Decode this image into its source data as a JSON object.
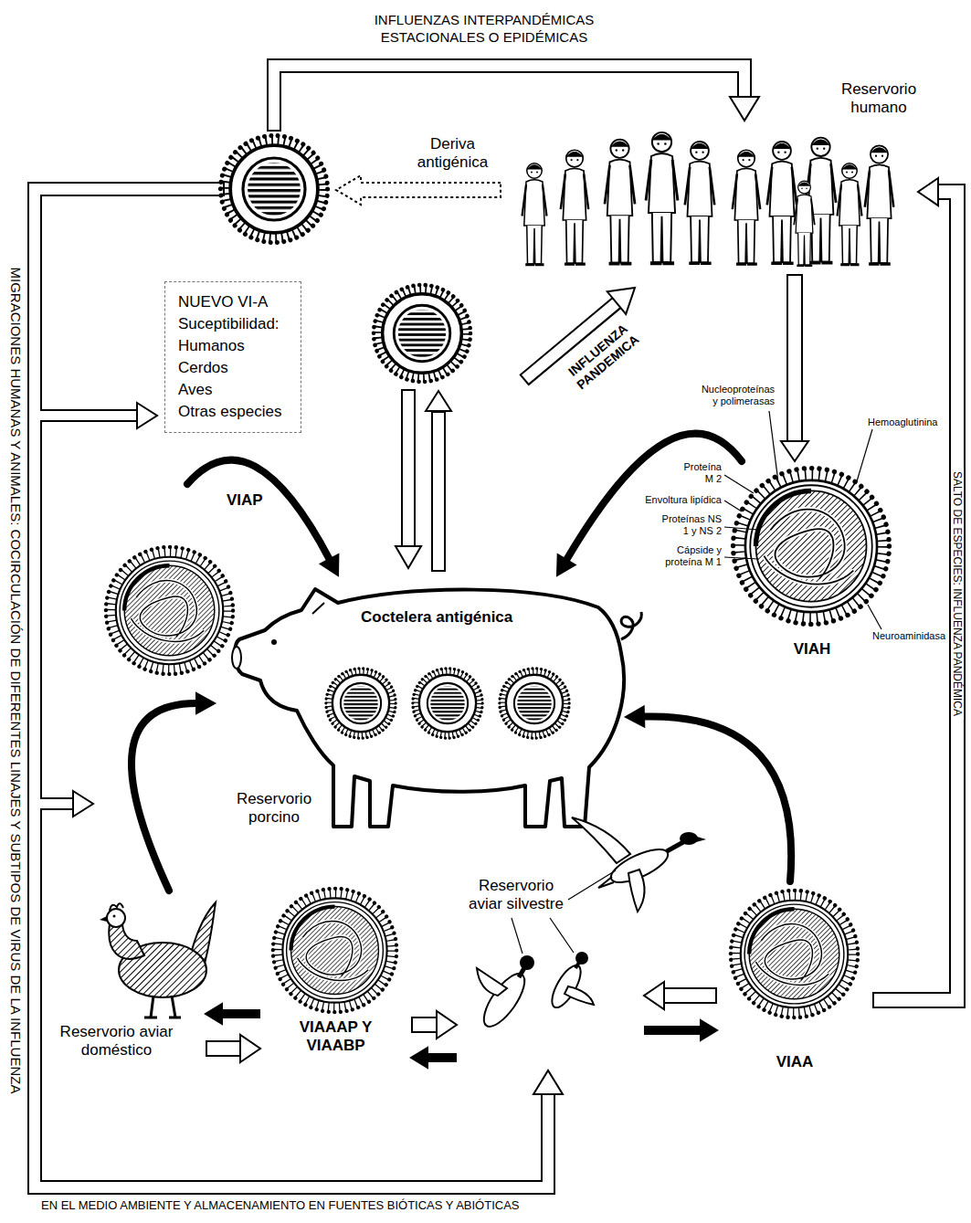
{
  "diagram": {
    "nodes": [
      {
        "text": [
          "Reservorio humano"
        ]
      },
      {
        "text": [
          "NUEVO VI-A",
          "Suceptibilidad:",
          "Humanos",
          "Cerdos",
          "Aves",
          "Otras especies"
        ]
      },
      {
        "text": [
          "VIAP"
        ]
      },
      {
        "text": [
          "VIAH"
        ]
      },
      {
        "text": [
          "Coctelera antigénica",
          "Reservorio porcino"
        ]
      },
      {
        "text": [
          "Reservorio aviar doméstico"
        ]
      },
      {
        "text": [
          "VIAAAP Y VIAABP"
        ]
      },
      {
        "text": [
          "Reservorio aviar silvestre"
        ]
      },
      {
        "text": [
          "VIAA"
        ]
      }
    ],
    "edges": [
      {
        "from": 0,
        "to": 3,
        "arrow": "to"
      },
      {
        "from": 2,
        "to": 4,
        "arrow": "to"
      },
      {
        "from": 3,
        "to": 4,
        "arrow": "to"
      },
      {
        "from": 5,
        "to": 4,
        "arrow": "to"
      },
      {
        "from": 8,
        "to": 4,
        "arrow": "to"
      },
      {
        "from": 6,
        "to": 5,
        "arrow": "to"
      },
      {
        "from": 5,
        "to": 6,
        "arrow": "to"
      },
      {
        "from": 6,
        "to": 7,
        "arrow": "to"
      },
      {
        "from": 7,
        "to": 6,
        "arrow": "to"
      },
      {
        "from": 7,
        "to": 8,
        "arrow": "to"
      },
      {
        "from": 8,
        "to": 7,
        "arrow": "to"
      },
      {
        "from": 8,
        "to": 0,
        "label": "SALTO DE ESPECIES: INFLUENZA PANDÉMICA",
        "arrow": "to"
      }
    ],
    "labels": [
      "INFLUENZAS INTERPANDÉMICAS ESTACIONALES O EPIDÉMICAS",
      "Deriva antigénica",
      "INFLUENZA PANDEMICA",
      "Nucleoproteínas y polimerasas",
      "Hemoaglutinina",
      "Proteína M 2",
      "Envoltura lipídica",
      "Proteínas NS 1 y NS 2",
      "Cápside y proteína M 1",
      "Neuroaminidasa",
      "MIGRACIONES HUMANAS Y ANIMALES: COCIRCULACIÓN DE DIFERENTES LINAJES Y SUBTIPOS DE VIRUS DE LA INFLUENZA",
      "EN EL MEDIO AMBIENTE Y ALMACENAMIENTO EN FUENTES BIÓTICAS Y ABIÓTICAS"
    ]
  }
}
